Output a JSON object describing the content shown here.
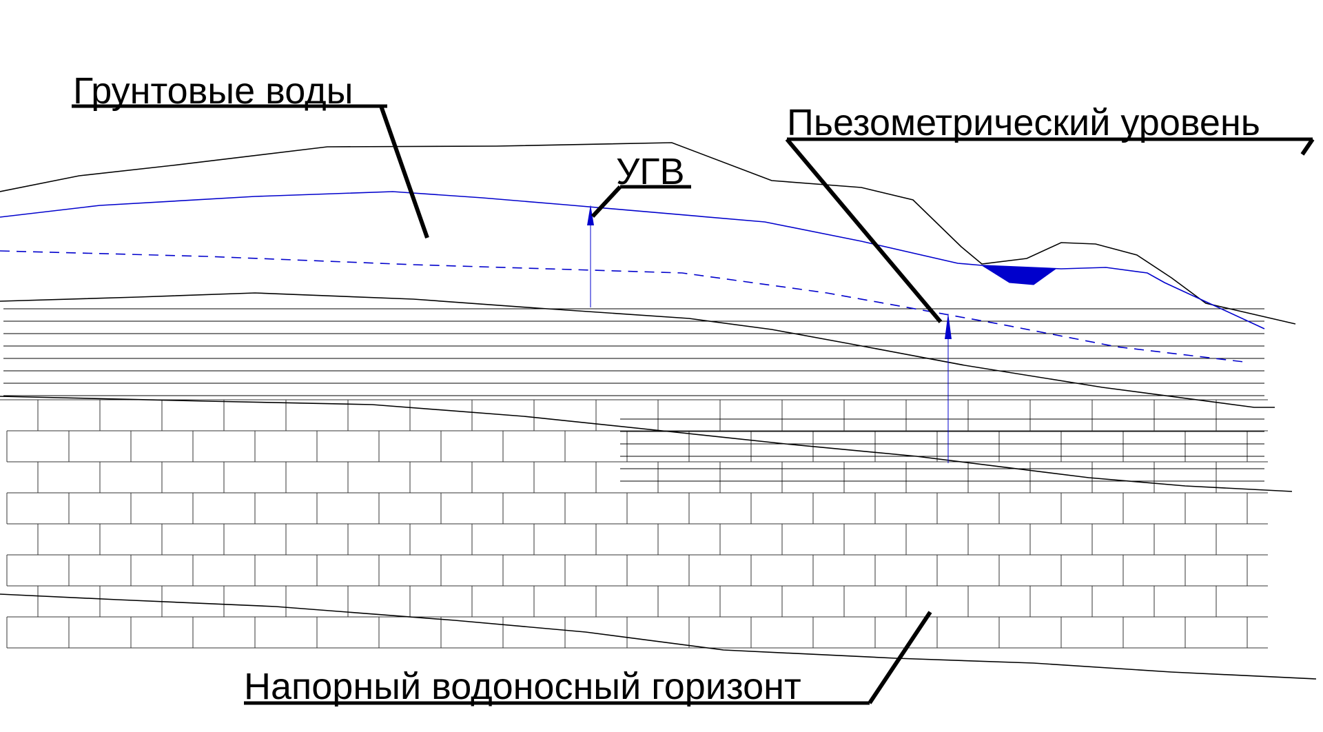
{
  "labels": {
    "groundwater": "Грунтовые воды",
    "piezometric_level": "Пьезометрический уровень",
    "water_table_abbrev": "УГВ",
    "confined_aquifer": "Напорный водоносный горизонт"
  },
  "colors": {
    "line": "#000000",
    "water": "#0000cc",
    "hatch": "#333333",
    "background": "#ffffff"
  }
}
